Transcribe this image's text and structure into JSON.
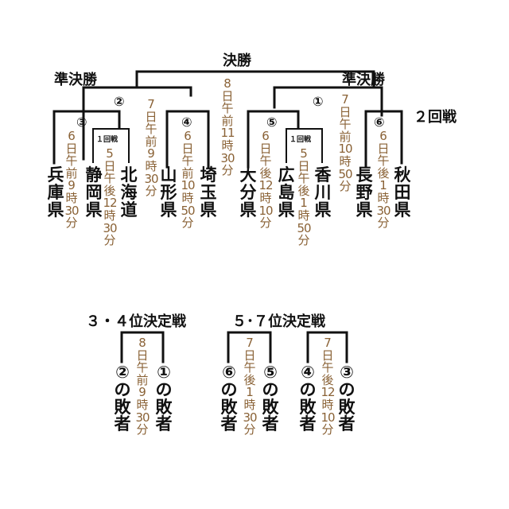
{
  "main_bracket": {
    "final_label": "決勝",
    "semifinal_left_label": "準決勝",
    "semifinal_right_label": "準決勝",
    "round2_label": "２回戦",
    "round1_label_left": "１回戦",
    "round1_label_right": "１回戦",
    "match_numbers": {
      "m1": "①",
      "m2": "②",
      "m3": "③",
      "m4": "④",
      "m5": "⑤",
      "m6": "⑥"
    },
    "teams": [
      "兵庫県",
      "静岡県",
      "北海道",
      "山形県",
      "埼玉県",
      "大分県",
      "広島県",
      "香川県",
      "長野県",
      "秋田県"
    ],
    "times": {
      "final": "8日午前11時30分",
      "semi_left": "7日午前9時30分",
      "semi_right": "7日午前10時50分",
      "m3": "6日午前9時30分",
      "m4": "6日午前10時50分",
      "m5": "6日午後12時10分",
      "m6": "6日午後1時30分",
      "r1_left": "5日午後12時30分",
      "r1_right": "5日午後1時50分"
    }
  },
  "placement_3_4": {
    "title": "３・４位決定戦",
    "left": "②の敗者",
    "right": "①の敗者",
    "time": "8日午前9時30分"
  },
  "placement_5_7": {
    "title": "５･７位決定戦",
    "match_a": {
      "left": "⑥の敗者",
      "right": "⑤の敗者",
      "time": "7日午後1時30分"
    },
    "match_b": {
      "left": "④の敗者",
      "right": "③の敗者",
      "time": "7日午後12時10分"
    }
  },
  "colors": {
    "line": "#111111",
    "time": "#8a6236"
  }
}
